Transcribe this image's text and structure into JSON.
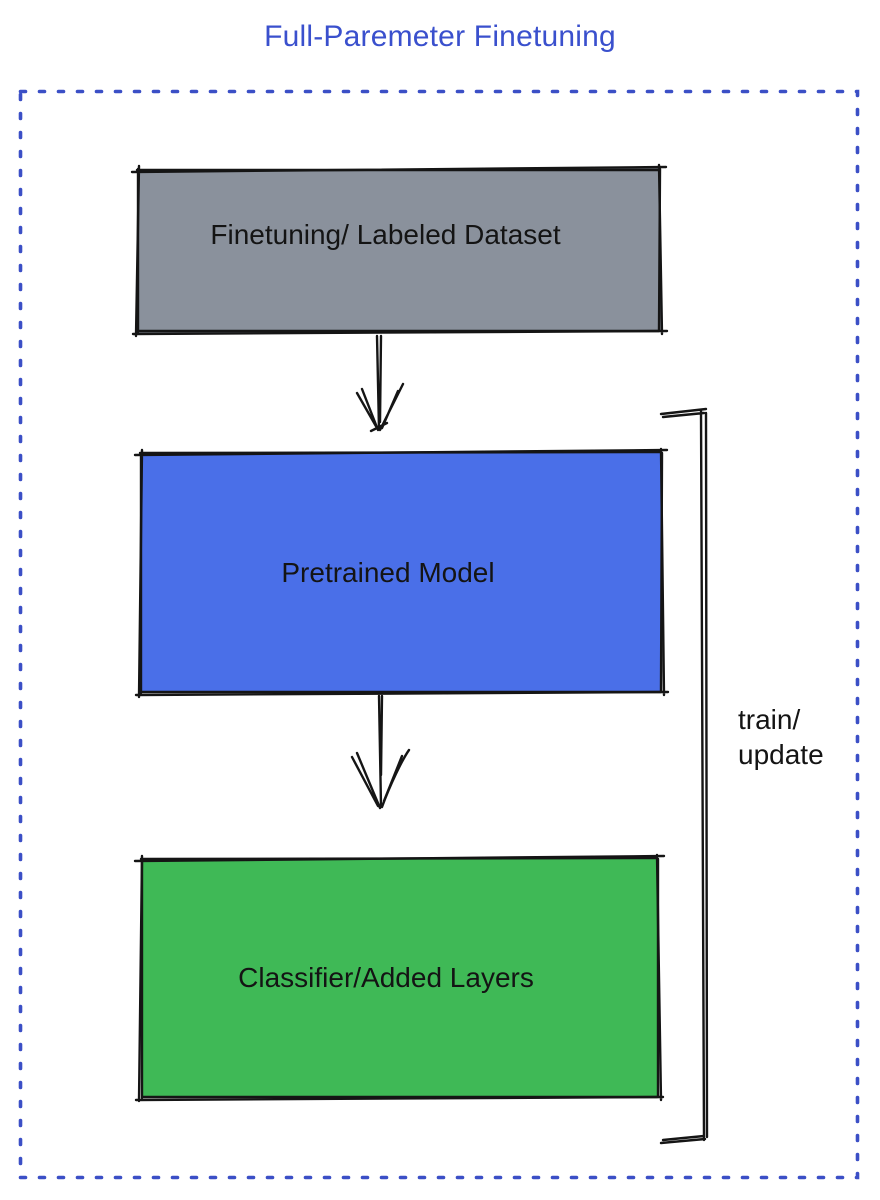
{
  "title": {
    "text": "Full-Paremeter Finetuning",
    "color": "#3a50cd"
  },
  "frame": {
    "style": "dotted",
    "border_color": "#3b4fc6"
  },
  "ink_color": "#151515",
  "nodes": [
    {
      "id": "dataset",
      "label": "Finetuning/ Labeled Dataset",
      "fill": "#8a919c",
      "text_color": "#141414"
    },
    {
      "id": "pretrained",
      "label": "Pretrained Model",
      "fill": "#4a6fe8",
      "text_color": "#141414"
    },
    {
      "id": "classifier",
      "label": "Classifier/Added Layers",
      "fill": "#3fb956",
      "text_color": "#141414"
    }
  ],
  "edges": [
    {
      "from": "dataset",
      "to": "pretrained",
      "type": "arrow-down"
    },
    {
      "from": "pretrained",
      "to": "classifier",
      "type": "arrow-down"
    }
  ],
  "bracket": {
    "label": "train/\nupdate",
    "side": "right",
    "spans": [
      "pretrained",
      "classifier"
    ]
  }
}
